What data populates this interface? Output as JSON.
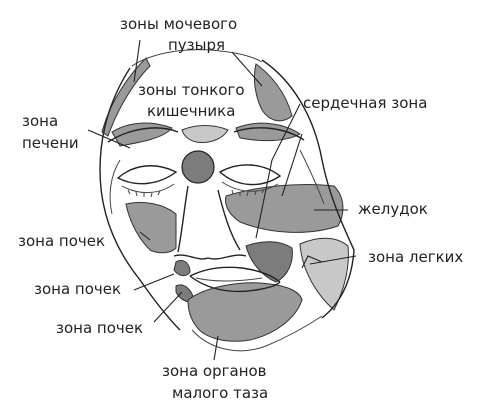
{
  "labels": {
    "bladder_1": "зоны мочевого",
    "bladder_2": "пузыря",
    "small_intestine_1": "зоны тонкого",
    "small_intestine_2": "кишечника",
    "heart": "сердечная зона",
    "liver_1": "зона",
    "liver_2": "печени",
    "stomach": "желудок",
    "kidneys_1": "зона почек",
    "lungs": "зона легких",
    "kidneys_2": "зона почек",
    "kidneys_3": "зона почек",
    "pelvic_1": "зона органов",
    "pelvic_2": "малого таза"
  },
  "colors": {
    "zone_fill": "#9a9a9a",
    "zone_fill_dark": "#7c7c7c",
    "zone_fill_light": "#c8c8c8",
    "line": "#222222",
    "background": "#ffffff"
  }
}
